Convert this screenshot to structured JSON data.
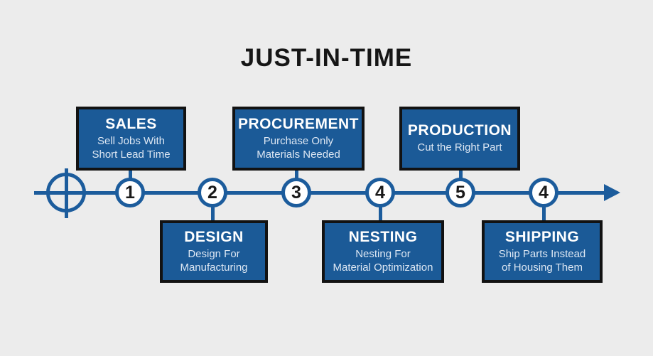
{
  "title": "JUST-IN-TIME",
  "colors": {
    "background": "#ececec",
    "accent_blue": "#1c5c9c",
    "box_fill": "#1b5a97",
    "box_border": "#121212",
    "box_title_text": "#ffffff",
    "box_subtitle_text": "#dde7f3",
    "node_fill": "#ffffff",
    "node_number_text": "#1a1a1a",
    "title_text": "#161616"
  },
  "timeline": {
    "start_icon": "crosshair-target-icon",
    "end_icon": "arrow-right-icon"
  },
  "steps": [
    {
      "number": "1",
      "label": "SALES",
      "description": "Sell Jobs With\nShort Lead Time",
      "position": "above"
    },
    {
      "number": "2",
      "label": "DESIGN",
      "description": "Design For\nManufacturing",
      "position": "below"
    },
    {
      "number": "3",
      "label": "PROCUREMENT",
      "description": "Purchase Only\nMaterials Needed",
      "position": "above"
    },
    {
      "number": "4",
      "label": "NESTING",
      "description": "Nesting For\nMaterial Optimization",
      "position": "below"
    },
    {
      "number": "5",
      "label": "PRODUCTION",
      "description": "Cut the Right Part",
      "position": "above"
    },
    {
      "number": "4",
      "label": "SHIPPING",
      "description": "Ship Parts Instead\nof Housing Them",
      "position": "below"
    }
  ]
}
